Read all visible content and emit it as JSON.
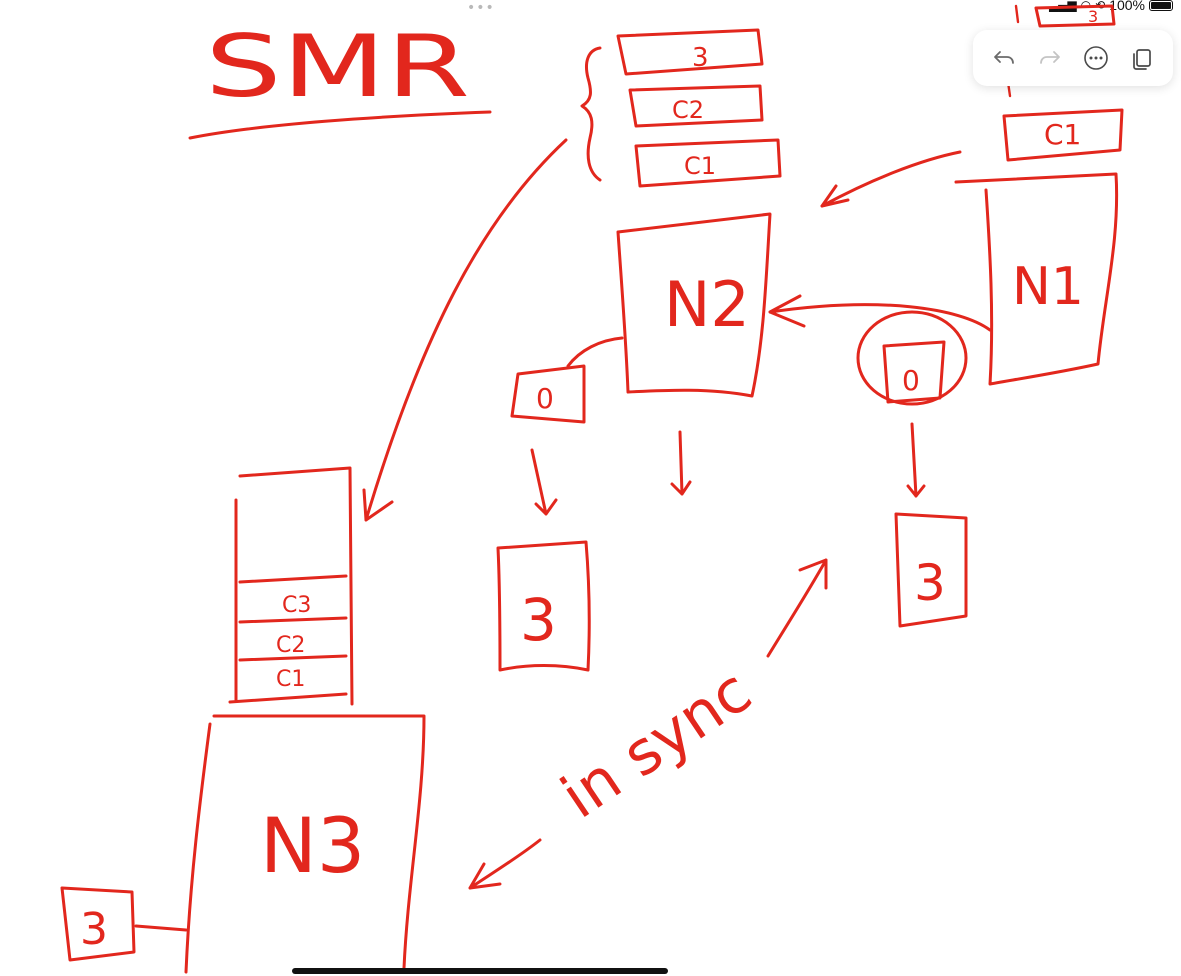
{
  "status_bar": {
    "battery_text": "100%",
    "icons": [
      "signal-icon",
      "wifi-icon",
      "lock-rotation-icon",
      "battery-icon"
    ]
  },
  "toolbar": {
    "buttons": [
      "undo-icon",
      "redo-icon",
      "more-icon",
      "copy-icon"
    ]
  },
  "accent_color": "#e2271d",
  "notes": {
    "title": "SMR",
    "node_n1": "N1",
    "node_n2": "N2",
    "node_n3": "N3",
    "n1_stack": {
      "top": "3",
      "cmd_1": "C1"
    },
    "n2_stack": {
      "top": "3",
      "cmd_2": "C2",
      "cmd_1": "C1"
    },
    "n3_stack": {
      "cmd_3": "C3",
      "cmd_2": "C2",
      "cmd_1": "C1"
    },
    "n2_state_initial": "0",
    "n1_state_initial": "0",
    "n2_state_result": "3",
    "n1_state_result": "3",
    "n3_state": "3",
    "sync_label": "in sync"
  }
}
